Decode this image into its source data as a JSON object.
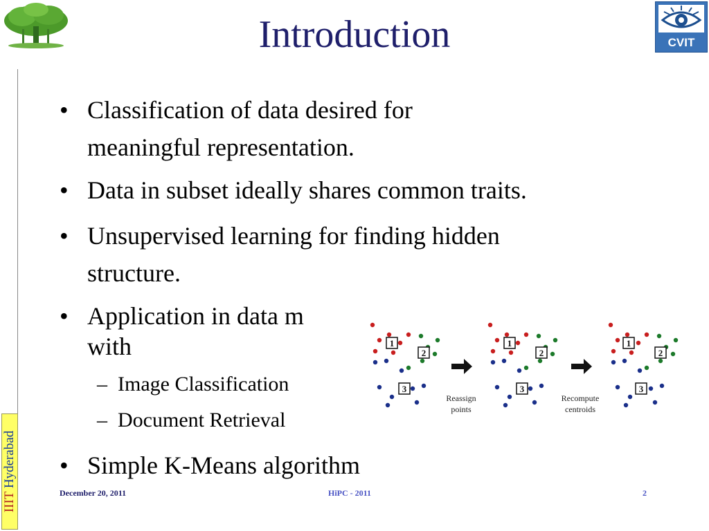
{
  "slide": {
    "title": "Introduction",
    "bullets": [
      {
        "line1": "Classification of data desired for",
        "line2": "meaningful representation."
      },
      {
        "line1": "Data in subset ideally shares common traits."
      },
      {
        "line1": "Unsupervised learning for finding hidden",
        "line2": "structure."
      },
      {
        "line1": "Application in data m",
        "line2": "with"
      },
      {
        "line1": "Simple K-Means algorithm"
      }
    ],
    "subbullets": [
      "Image Classification",
      "Document Retrieval"
    ],
    "subbullet_dash": "–",
    "bullet_glyph": "•"
  },
  "side_tag": {
    "iiit": "IIIT",
    "hyderabad": "Hyderabad"
  },
  "logos": {
    "right": "CVIT"
  },
  "figure": {
    "step_labels": [
      [
        "Reassign",
        "points"
      ],
      [
        "Recompute",
        "centroids"
      ]
    ],
    "centroid_labels": [
      "1",
      "2",
      "3"
    ],
    "colors": {
      "red": "#c81e1e",
      "green": "#1c7a2a",
      "blue": "#1a2f8a"
    }
  },
  "footer": {
    "date": "December 20, 2011",
    "conference": "HiPC - 2011",
    "page": "2"
  }
}
